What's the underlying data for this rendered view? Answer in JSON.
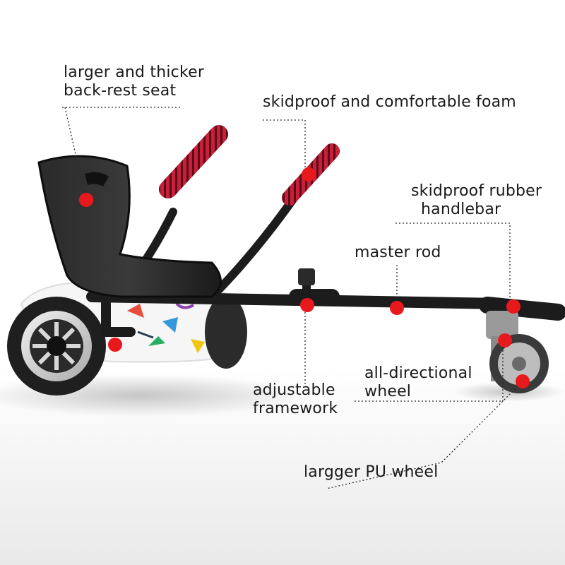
{
  "callouts": {
    "backrest": {
      "line1": "larger and thicker",
      "line2": "back-rest seat"
    },
    "foam": "skidproof and comfortable foam",
    "handlebar": {
      "line1": "skidproof rubber",
      "line2": "handlebar"
    },
    "master_rod": "master rod",
    "adjustable": {
      "line1": "adjustable",
      "line2": "framework"
    },
    "wheel": {
      "line1": "all-directional",
      "line2": "wheel"
    },
    "pu_wheel": "largger PU wheel"
  },
  "colors": {
    "marker": "#e8191c",
    "frame": "#1c1c1c",
    "grip": "#c81f3a",
    "board_tyre": "#222222"
  }
}
